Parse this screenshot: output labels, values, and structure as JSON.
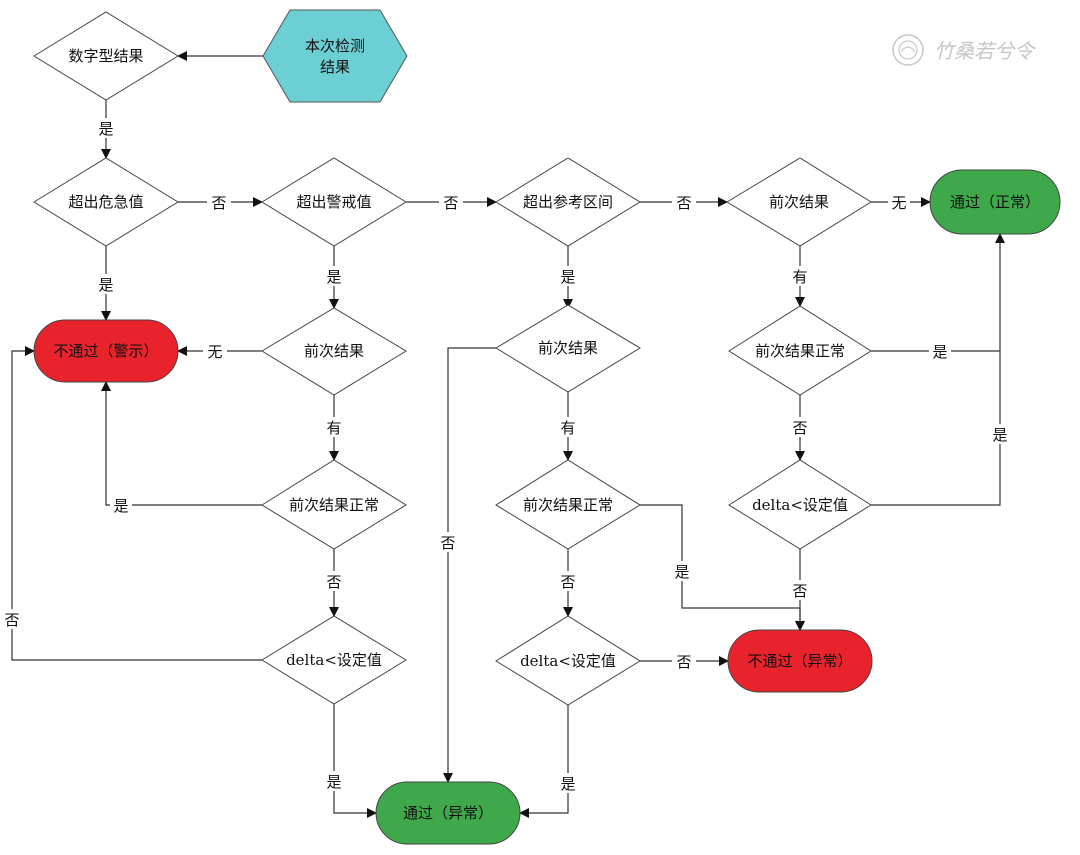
{
  "watermark": {
    "icon": "emblem-icon",
    "text": "竹桑若兮令"
  },
  "colors": {
    "start": "#6ccfd3",
    "fail": "#e8232b",
    "pass": "#3ea84a",
    "line": "#333333"
  },
  "nodes": {
    "start": "本次检测|结果",
    "is_numeric": "数字型结果",
    "crit": "超出危急值",
    "warn": "超出警戒值",
    "ref": "超出参考区间",
    "prev_a": "前次结果",
    "prev_b": "前次结果",
    "prev_c": "前次结果",
    "norm_a": "前次结果正常",
    "norm_b": "前次结果正常",
    "norm_c": "前次结果正常",
    "delta_a": "delta<设定值",
    "delta_b": "delta<设定值",
    "delta_c": "delta<设定值",
    "fail_alert": "不通过（警示）",
    "fail_abnormal": "不通过（异常）",
    "pass_normal": "通过（正常）",
    "pass_abnormal": "通过（异常）"
  },
  "edge_labels": {
    "yes": "是",
    "no": "否",
    "none": "无",
    "has": "有"
  }
}
